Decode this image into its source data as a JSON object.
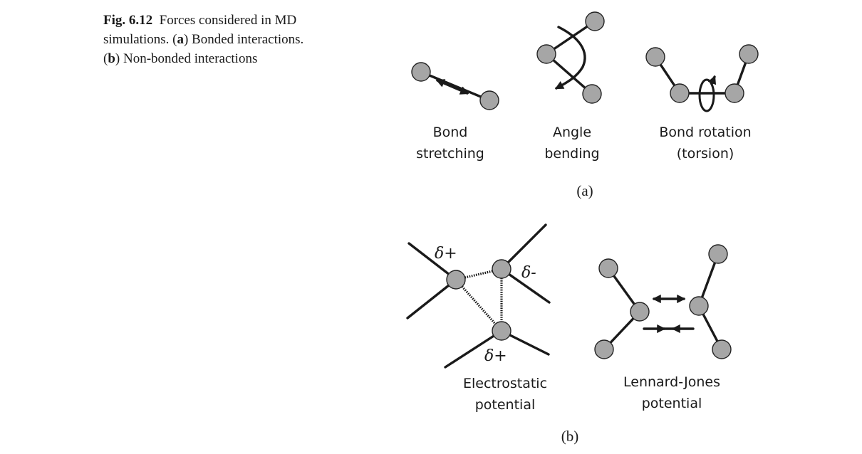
{
  "caption": {
    "figure_label": "Fig. 6.12",
    "text_1": "Forces considered in MD simulations. (",
    "label_a": "a",
    "text_2": ") Bonded interactions. (",
    "label_b": "b",
    "text_3": ") Non-bonded interactions"
  },
  "panel_a": {
    "label": "(a)",
    "items": [
      {
        "line1": "Bond",
        "line2": "stretching"
      },
      {
        "line1": "Angle",
        "line2": "bending"
      },
      {
        "line1": "Bond rotation",
        "line2": "(torsion)"
      }
    ]
  },
  "panel_b": {
    "label": "(b)",
    "charges": {
      "top_left": "δ+",
      "top_right": "δ-",
      "bottom": "δ+"
    },
    "items": [
      {
        "line1": "Electrostatic",
        "line2": "potential"
      },
      {
        "line1": "Lennard-Jones",
        "line2": "potential"
      }
    ]
  },
  "colors": {
    "atom_fill": "#a6a6a6",
    "ink": "#1a1a1a"
  }
}
